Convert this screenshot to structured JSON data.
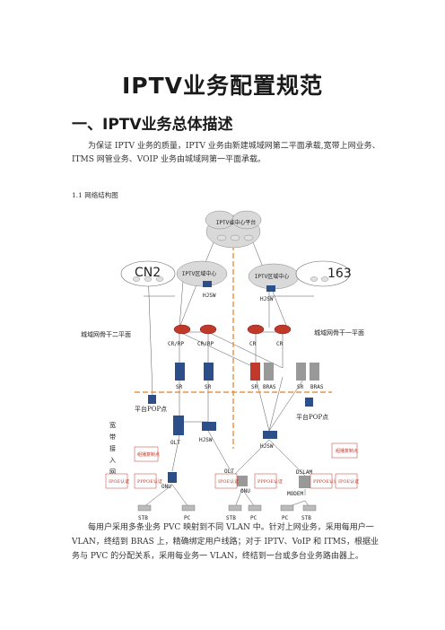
{
  "doc": {
    "title": "IPTV业务配置规范",
    "section_heading": "一、IPTV业务总体描述",
    "intro": "为保证 IPTV 业务的质量，IPTV 业务由新建城域网第二平面承载,宽带上网业务、ITMS 网管业务、VOIP 业务由城域网第一平面承载。",
    "figure_caption": "1.1 网络结构图",
    "body_text": "每用户采用多条业务 PVC 映射到不同 VLAN 中。针对上网业务，采用每用户一 VLAN，终结到 BRAS 上，精确绑定用户线路；对于 IPTV、VoIP 和 ITMS，根据业务与 PVC 的分配关系，采用每业务一 VLAN，终结到一台或多台业务路由器上。"
  },
  "diagram": {
    "cloud_top": "IPTV省中心平台",
    "cloud_left": "IPTV区域中心",
    "cloud_right": "IPTV区域中心",
    "cn2": "CN2",
    "net163": "163",
    "hjsw_left": "HJSW",
    "hjsw_right": "HJSW",
    "plane_left": "城域网骨干二平面",
    "plane_right": "城域网骨干一平面",
    "cr_labels": [
      "CR/RP",
      "CR/RP",
      "CR",
      "CR"
    ],
    "sr_labels": [
      "SR",
      "SR",
      "SR",
      "BRAS",
      "SR",
      "BRAS"
    ],
    "pop_left": "平台POP点",
    "pop_right": "平台POP点",
    "access_label": [
      "宽",
      "带",
      "接",
      "入",
      "网"
    ],
    "olt": "OLT",
    "hjsw_mid": "HJSW",
    "hjsw_bottom": "HJSW",
    "olt2": "OLT",
    "onu": "ONU",
    "onu2": "ONU",
    "dslam": "DSLAM",
    "modem": "MODEM",
    "multicast_left": "组播复制点",
    "multicast_right": "组播复制点",
    "auth_boxes": [
      "IPOE认证",
      "PPPOE认证",
      "IPOE认证",
      "PPPOE认证",
      "PPPOE认证",
      "IPOE认证"
    ],
    "endpoints": [
      "STB",
      "PC",
      "STB",
      "PC",
      "PC",
      "STB"
    ],
    "colors": {
      "accent": "#e67e22",
      "router": "#c0392b",
      "switch": "#2c4f8a",
      "cloud": "#d9d9d9",
      "red_box": "#c0392b"
    }
  }
}
